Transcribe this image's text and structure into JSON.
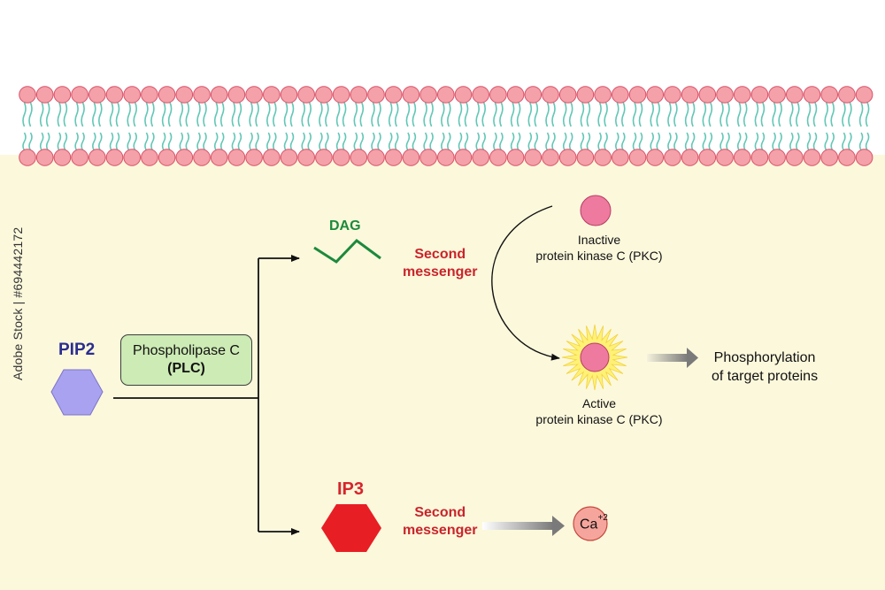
{
  "diagram": {
    "pip2_label": "PIP2",
    "plc": {
      "name": "Phospholipase C",
      "abbr": "(PLC)"
    },
    "dag_label": "DAG",
    "ip3_label": "IP3",
    "second_messenger_dag": {
      "line1": "Second",
      "line2": "messenger"
    },
    "second_messenger_ip3": {
      "line1": "Second",
      "line2": "messenger"
    },
    "inactive_pkc": {
      "line1": "Inactive",
      "line2": "protein kinase C (PKC)"
    },
    "active_pkc": {
      "line1": "Active",
      "line2": "protein kinase C (PKC)"
    },
    "phosphorylation": {
      "line1": "Phosphorylation",
      "line2": "of target proteins"
    },
    "calcium": {
      "symbol": "Ca",
      "charge": "+2"
    }
  },
  "watermark": {
    "brand": "Adobe Stock",
    "separator": "|",
    "id": "#694442172"
  },
  "colors": {
    "membrane_head": "#f4a1a9",
    "membrane_head_stroke": "#d9536a",
    "lipid_tail": "#62c7b5",
    "cytoplasm": "#fcf8dc",
    "pip2_fill": "#a9a2f0",
    "ip3_fill": "#e81e25",
    "dag_line": "#1c8a3c",
    "plc_box": "#cdebb5",
    "pkc_fill": "#ee7b9f",
    "active_rays": "#fff176",
    "calcium_fill": "#f6a59c"
  },
  "icons": [
    "lipid-bilayer-icon",
    "pip2-hexagon-icon",
    "ip3-hexagon-icon",
    "dag-zigzag-icon",
    "inactive-pkc-icon",
    "active-pkc-burst-icon",
    "calcium-ion-icon",
    "gradient-arrow-icon"
  ]
}
